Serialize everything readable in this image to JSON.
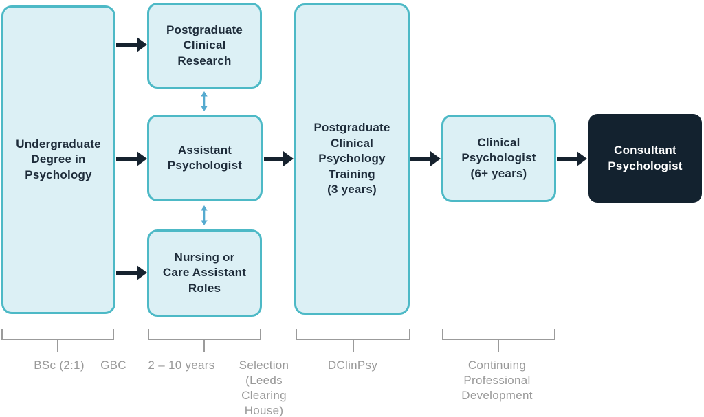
{
  "palette": {
    "box_fill": "#dcf0f5",
    "box_border": "#4db9c6",
    "dark_box_fill": "#13222f",
    "dark_box_text": "#ffffff",
    "arrow_color": "#16222e",
    "double_arrow_color": "#55aacf",
    "bracket_color": "#9b9b9b",
    "label_color": "#999999",
    "box_text_color": "#1e2c3a"
  },
  "boxes": [
    {
      "name": "undergraduate-degree",
      "label": "Undergraduate\nDegree in\nPsychology"
    },
    {
      "name": "postgraduate-clinical-research",
      "label": "Postgraduate\nClinical\nResearch"
    },
    {
      "name": "assistant-psychologist",
      "label": "Assistant\nPsychologist"
    },
    {
      "name": "nursing-care-assistant-roles",
      "label": "Nursing or\nCare Assistant\nRoles"
    },
    {
      "name": "postgraduate-clinical-psychology-training",
      "label": "Postgraduate\nClinical\nPsychology\nTraining\n(3 years)"
    },
    {
      "name": "clinical-psychologist",
      "label": "Clinical\nPsychologist\n(6+ years)"
    },
    {
      "name": "consultant-psychologist",
      "label": "Consultant\nPsychologist"
    }
  ],
  "annotations": [
    {
      "name": "bsc",
      "label": "BSc (2:1)"
    },
    {
      "name": "gbc",
      "label": "GBC"
    },
    {
      "name": "years-range",
      "label": "2 – 10 years"
    },
    {
      "name": "selection-leeds-clearing-house",
      "label": "Selection\n(Leeds\nClearing\nHouse)"
    },
    {
      "name": "dclinpsy",
      "label": "DClinPsy"
    },
    {
      "name": "continuing-professional-development",
      "label": "Continuing\nProfessional\nDevelopment"
    }
  ]
}
